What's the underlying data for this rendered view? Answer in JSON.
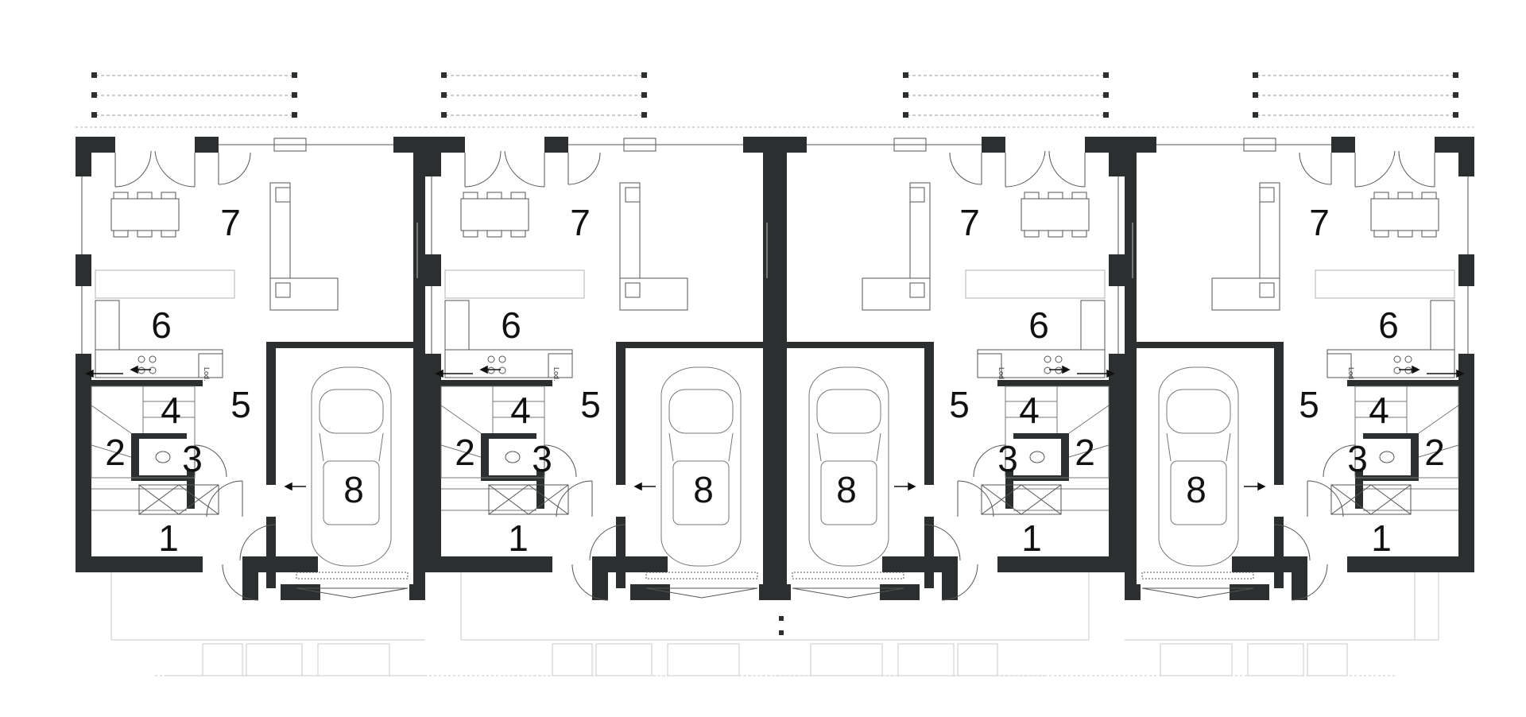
{
  "colors": {
    "wall": "#2b2f2f",
    "line": "#555555",
    "light_line": "#9a9a9a",
    "background": "#ffffff"
  },
  "room_numbers": [
    "1",
    "2",
    "3",
    "4",
    "5",
    "6",
    "7",
    "8"
  ],
  "fridge_label": "Lod.",
  "units": [
    {
      "id": "unit-1",
      "mirrored": false,
      "rooms": {
        "r1": "1",
        "r2": "2",
        "r3": "3",
        "r4": "4",
        "r5": "5",
        "r6": "6",
        "r7": "7",
        "r8": "8"
      }
    },
    {
      "id": "unit-2",
      "mirrored": false,
      "rooms": {
        "r1": "1",
        "r2": "2",
        "r3": "3",
        "r4": "4",
        "r5": "5",
        "r6": "6",
        "r7": "7",
        "r8": "8"
      }
    },
    {
      "id": "unit-3",
      "mirrored": true,
      "rooms": {
        "r1": "1",
        "r2": "2",
        "r3": "3",
        "r4": "4",
        "r5": "5",
        "r6": "6",
        "r7": "7",
        "r8": "8"
      }
    },
    {
      "id": "unit-4",
      "mirrored": true,
      "rooms": {
        "r1": "1",
        "r2": "2",
        "r3": "3",
        "r4": "4",
        "r5": "5",
        "r6": "6",
        "r7": "7",
        "r8": "8"
      }
    }
  ]
}
